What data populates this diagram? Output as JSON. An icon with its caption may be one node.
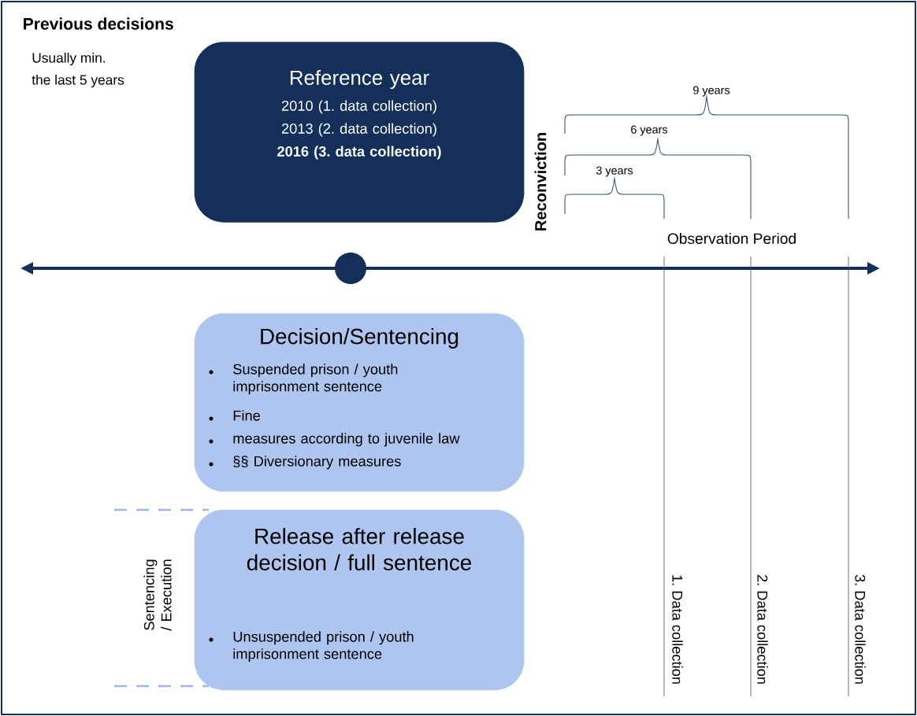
{
  "diagram": {
    "title": "Previous decisions",
    "nodes": [
      {
        "text": [
          "Reference year",
          "2010 (1. data collection)",
          "2013 (2. data collection)",
          "2016 (3. data collection)"
        ]
      },
      {
        "text": [
          "Decision/Sentencing",
          "Suspended prison / youth imprisonment sentence",
          "Fine",
          "measures according to juvenile law",
          "§§ Diversionary measures"
        ]
      },
      {
        "text": [
          "Release after release decision / full sentence",
          "Unsuspended prison / youth imprisonment sentence"
        ]
      }
    ],
    "labels": [
      "Usually min.",
      "the last 5 years",
      "9 years",
      "6 years",
      "3 years",
      "Reconviction",
      "Observation Period",
      "Sentencing / Execution",
      "1. Data collection",
      "2. Data collection",
      "3. Data collection"
    ]
  }
}
